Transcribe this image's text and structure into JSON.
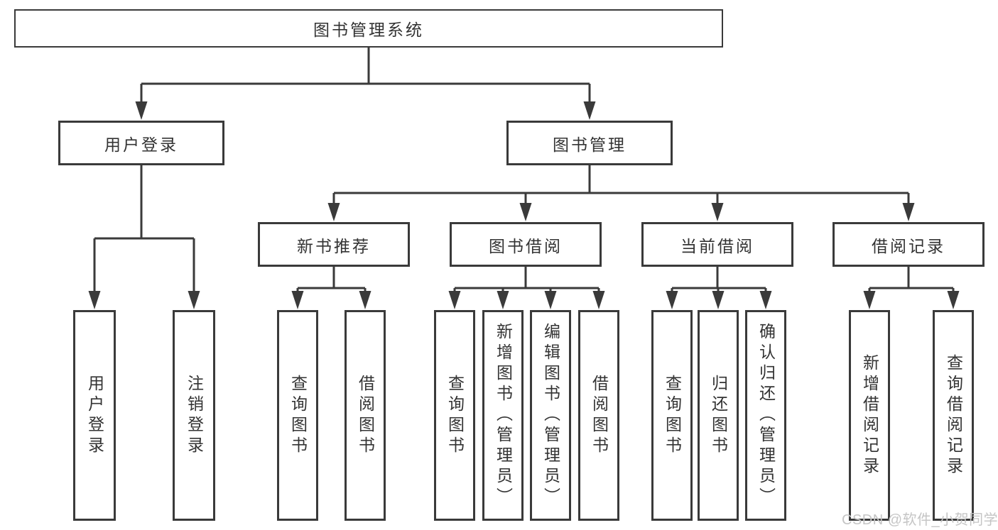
{
  "tree": {
    "root": {
      "label": "图书管理系统"
    },
    "branches": [
      {
        "label": "用户登录",
        "children": [
          {
            "label": "用户登录"
          },
          {
            "label": "注销登录"
          }
        ]
      },
      {
        "label": "图书管理",
        "children": [
          {
            "label": "新书推荐",
            "children": [
              {
                "label": "查询图书"
              },
              {
                "label": "借阅图书"
              }
            ]
          },
          {
            "label": "图书借阅",
            "children": [
              {
                "label": "查询图书"
              },
              {
                "label": "新增图书（管理员）"
              },
              {
                "label": "编辑图书（管理员）"
              },
              {
                "label": "借阅图书"
              }
            ]
          },
          {
            "label": "当前借阅",
            "children": [
              {
                "label": "查询图书"
              },
              {
                "label": "归还图书"
              },
              {
                "label": "确认归还（管理员）"
              }
            ]
          },
          {
            "label": "借阅记录",
            "children": [
              {
                "label": "新增借阅记录"
              },
              {
                "label": "查询借阅记录"
              }
            ]
          }
        ]
      }
    ]
  },
  "watermark": {
    "text": "CSDN @软件_小贺同学"
  },
  "colors": {
    "line": "#3a3a3a",
    "box_border": "#3a3a3a",
    "box_fill": "#ffffff",
    "text": "#333333",
    "watermark": "#c5c5c5",
    "background": "#ffffff"
  }
}
